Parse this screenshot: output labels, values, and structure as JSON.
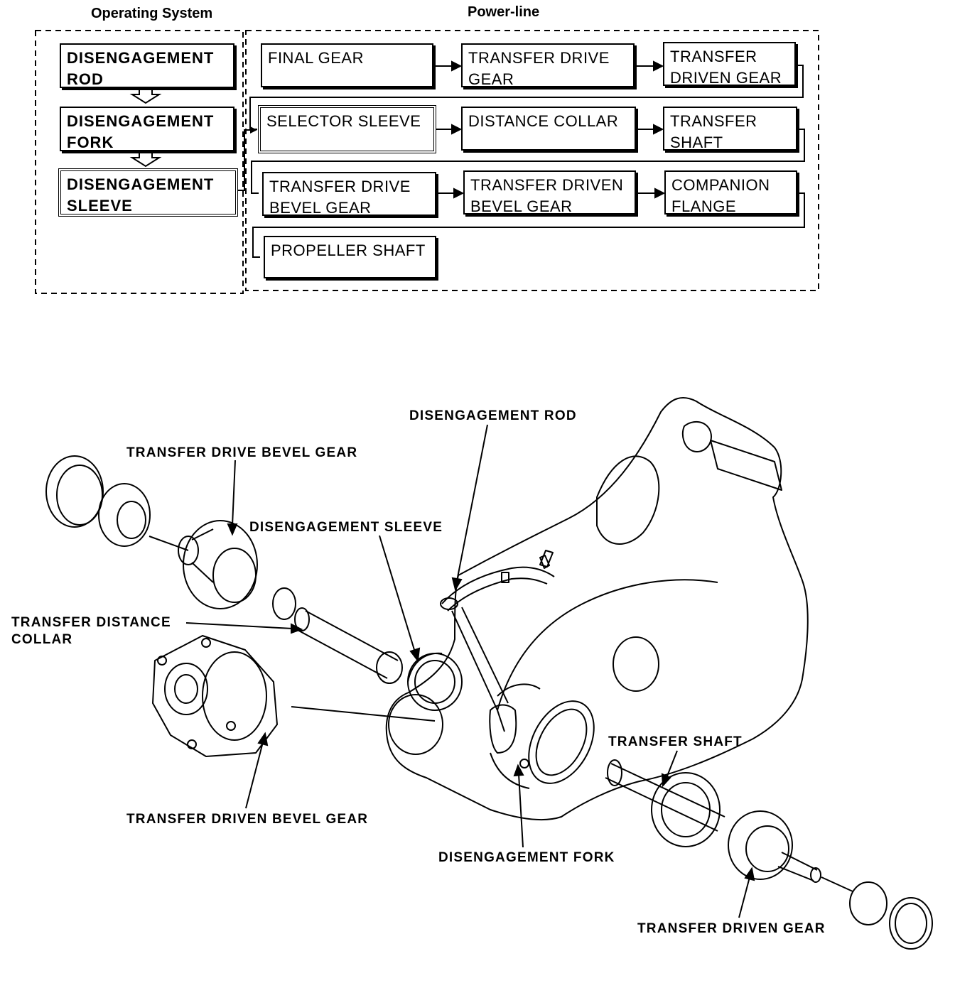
{
  "operating_system": {
    "title": "Operating System",
    "items": [
      {
        "line1": "DISENGAGEMENT",
        "line2": "ROD"
      },
      {
        "line1": "DISENGAGEMENT",
        "line2": "FORK"
      },
      {
        "line1": "DISENGAGEMENT",
        "line2": "SLEEVE"
      }
    ]
  },
  "power_line": {
    "title": "Power-line",
    "rows": [
      [
        {
          "line1": "FINAL GEAR",
          "line2": ""
        },
        {
          "line1": "TRANSFER DRIVE",
          "line2": "GEAR"
        },
        {
          "line1": "TRANSFER",
          "line2": "DRIVEN GEAR"
        }
      ],
      [
        {
          "line1": "SELECTOR SLEEVE",
          "line2": ""
        },
        {
          "line1": "DISTANCE COLLAR",
          "line2": ""
        },
        {
          "line1": "TRANSFER",
          "line2": "SHAFT"
        }
      ],
      [
        {
          "line1": "TRANSFER DRIVE",
          "line2": "BEVEL GEAR"
        },
        {
          "line1": "TRANSFER DRIVEN",
          "line2": "BEVEL GEAR"
        },
        {
          "line1": "COMPANION",
          "line2": "FLANGE"
        }
      ],
      [
        {
          "line1": "PROPELLER SHAFT",
          "line2": ""
        }
      ]
    ]
  },
  "exploded_view_labels": {
    "disengagement_rod": "DISENGAGEMENT ROD",
    "transfer_drive_bevel_gear": "TRANSFER DRIVE BEVEL GEAR",
    "disengagement_sleeve": "DISENGAGEMENT SLEEVE",
    "transfer_distance_collar_line1": "TRANSFER DISTANCE",
    "transfer_distance_collar_line2": "COLLAR",
    "transfer_shaft": "TRANSFER SHAFT",
    "transfer_driven_bevel_gear": "TRANSFER DRIVEN BEVEL GEAR",
    "disengagement_fork": "DISENGAGEMENT FORK",
    "transfer_driven_gear": "TRANSFER DRIVEN GEAR"
  }
}
